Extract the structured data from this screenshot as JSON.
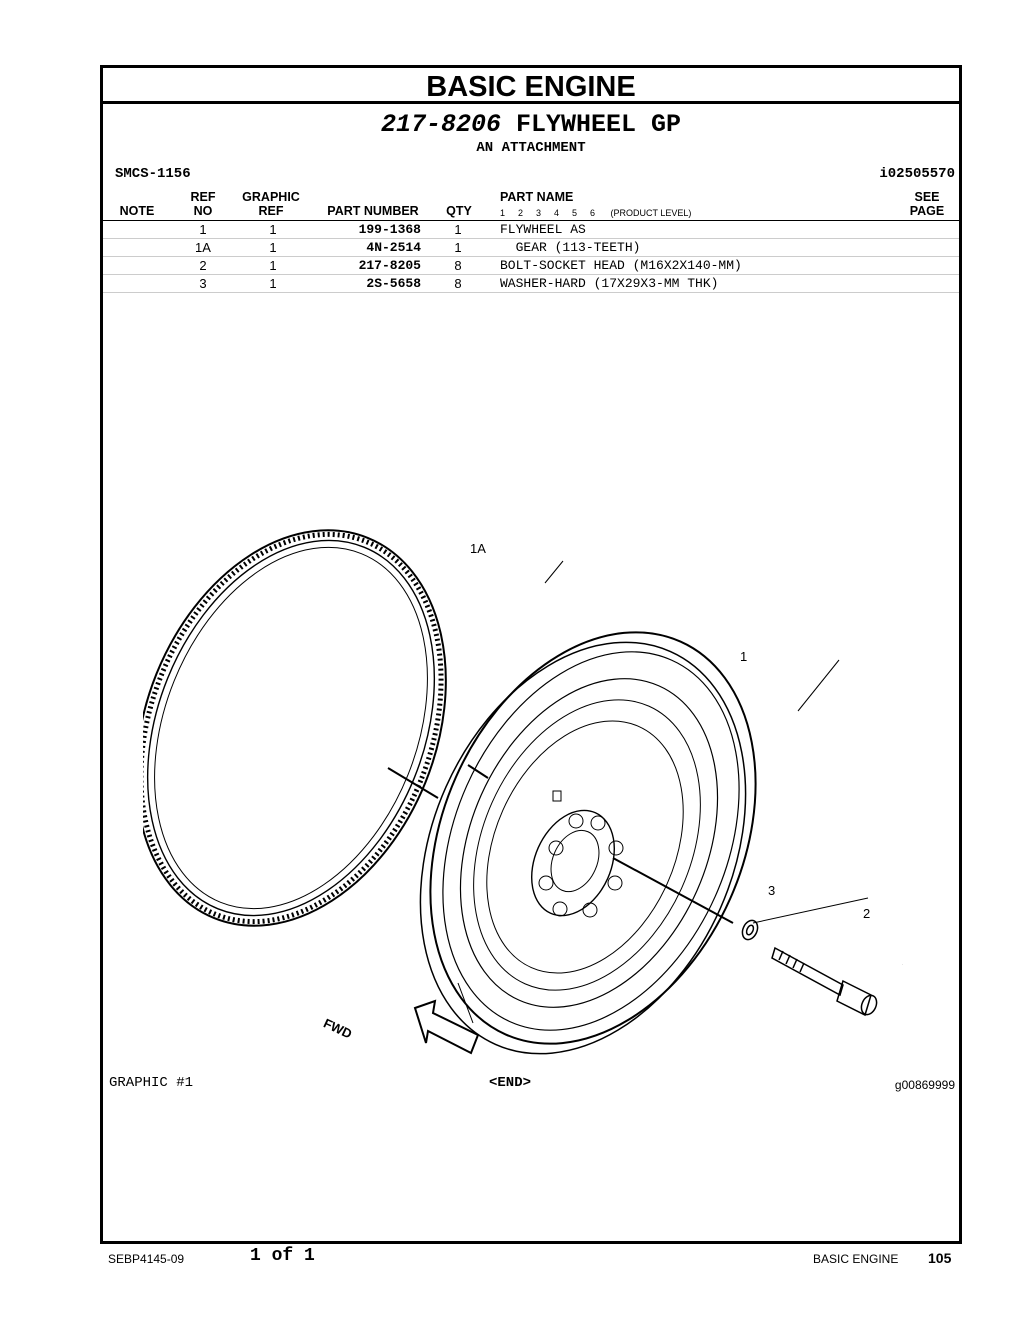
{
  "header": {
    "section_title": "BASIC ENGINE",
    "group_number": "217-8206",
    "group_name": "FLYWHEEL GP",
    "group_subtitle": "AN ATTACHMENT",
    "smcs": "SMCS-1156",
    "ident": "i02505570"
  },
  "table": {
    "headers": {
      "note": "NOTE",
      "ref_top": "REF",
      "ref_bottom": "NO",
      "graphic_top": "GRAPHIC",
      "graphic_bottom": "REF",
      "part_number": "PART NUMBER",
      "qty": "QTY",
      "part_name": "PART NAME",
      "product_level": "(PRODUCT LEVEL)",
      "see_top": "SEE",
      "see_bottom": "PAGE"
    },
    "levels": [
      "1",
      "2",
      "3",
      "4",
      "5",
      "6"
    ],
    "rows": [
      {
        "ref": "1",
        "graphic": "1",
        "part_number": "199-1368",
        "qty": "1",
        "name": "FLYWHEEL AS"
      },
      {
        "ref": "1A",
        "graphic": "1",
        "part_number": "4N-2514",
        "qty": "1",
        "name": "  GEAR (113-TEETH)"
      },
      {
        "ref": "2",
        "graphic": "1",
        "part_number": "217-8205",
        "qty": "8",
        "name": "BOLT-SOCKET HEAD (M16X2X140-MM)"
      },
      {
        "ref": "3",
        "graphic": "1",
        "part_number": "2S-5658",
        "qty": "8",
        "name": "WASHER-HARD (17X29X3-MM THK)"
      }
    ]
  },
  "drawing": {
    "callouts": [
      "1A",
      "1",
      "3",
      "2"
    ],
    "arrow_label": "FWD"
  },
  "graphic_footer": {
    "label": "GRAPHIC #1",
    "end": "<END>",
    "code": "g00869999"
  },
  "page_footer": {
    "doc": "SEBP4145-09",
    "page_of": "1 of 1",
    "section": "BASIC ENGINE",
    "page_number": "105"
  }
}
